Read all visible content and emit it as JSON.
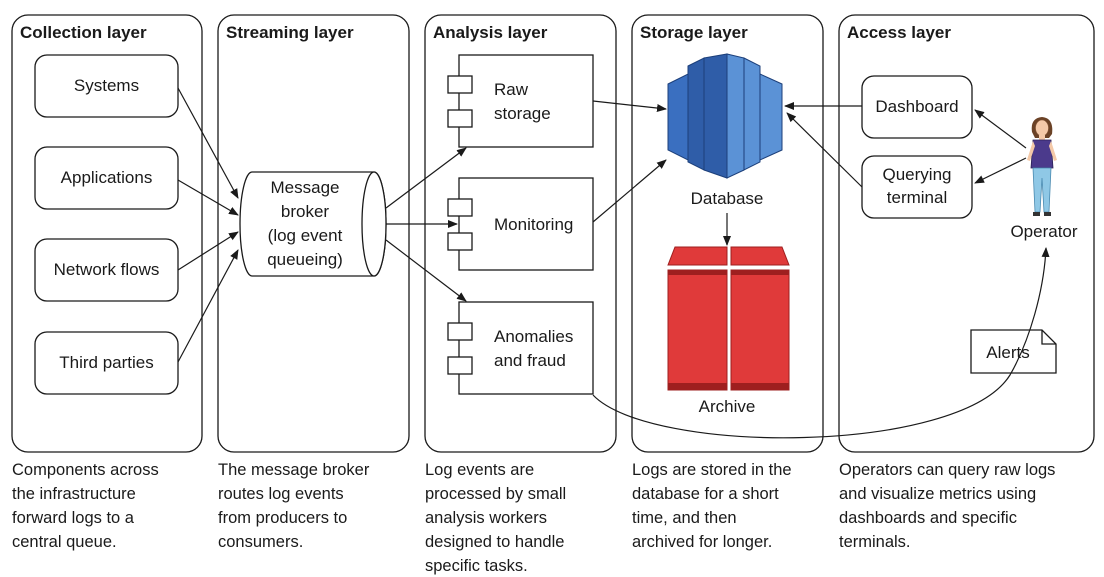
{
  "layers": {
    "collection": {
      "title": "Collection layer",
      "sources": [
        "Systems",
        "Applications",
        "Network flows",
        "Third parties"
      ],
      "caption": [
        "Components across",
        "the infrastructure",
        "forward logs to a",
        "central queue."
      ]
    },
    "streaming": {
      "title": "Streaming layer",
      "broker": [
        "Message",
        "broker",
        "(log event",
        "queueing)"
      ],
      "caption": [
        "The message broker",
        "routes log events",
        "from producers to",
        "consumers."
      ]
    },
    "analysis": {
      "title": "Analysis layer",
      "workers": [
        [
          "Raw",
          "storage"
        ],
        [
          "Monitoring"
        ],
        [
          "Anomalies",
          "and fraud"
        ]
      ],
      "caption": [
        "Log events are",
        "processed by small",
        "analysis workers",
        "designed to handle",
        "specific tasks."
      ]
    },
    "storage": {
      "title": "Storage layer",
      "database": "Database",
      "archive": "Archive",
      "caption": [
        "Logs are stored in the",
        "database for a short",
        "time, and then",
        "archived for longer."
      ]
    },
    "access": {
      "title": "Access layer",
      "dashboard": "Dashboard",
      "terminal": [
        "Querying",
        "terminal"
      ],
      "operator": "Operator",
      "alerts": "Alerts",
      "caption": [
        "Operators can query raw logs",
        "and visualize metrics using",
        "dashboards and specific",
        "terminals."
      ]
    }
  },
  "colors": {
    "db_dark": "#2f5da8",
    "db_mid": "#3a6fc0",
    "db_light": "#5b92d6",
    "archive_red": "#e03a3a",
    "archive_dark": "#9e1f1f"
  }
}
